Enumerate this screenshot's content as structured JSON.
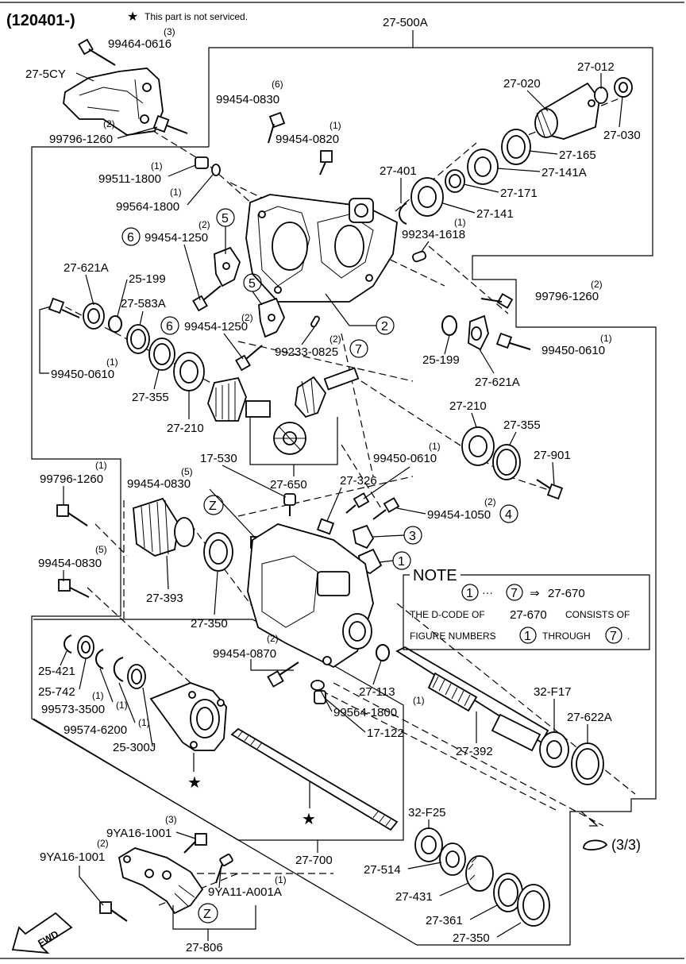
{
  "header": {
    "code": "(120401-)",
    "star_note": "This part is not serviced."
  },
  "note": {
    "title": "NOTE",
    "range_from": "1",
    "range_to": "7",
    "range_arrow": "⇒",
    "range_target": "27-670",
    "line1_a": "THE D-CODE OF",
    "line1_b": "27-670",
    "line1_c": "CONSISTS OF",
    "line2_a": "FIGURE NUMBERS",
    "line2_from": "1",
    "line2_b": "THROUGH",
    "line2_to": "7",
    "line2_end": "."
  },
  "continuation": "(3/3)",
  "fwd_label": "FWD",
  "part_labels": [
    {
      "id": "27-500A",
      "text": "27-500A"
    },
    {
      "id": "99464-0616",
      "text": "99464-0616",
      "qty": "(3)"
    },
    {
      "id": "27-5CY",
      "text": "27-5CY"
    },
    {
      "id": "99796-1260-a",
      "text": "99796-1260",
      "qty": "(2)"
    },
    {
      "id": "99454-0830-a",
      "text": "99454-0830",
      "qty": "(6)"
    },
    {
      "id": "99454-0820",
      "text": "99454-0820",
      "qty": "(1)"
    },
    {
      "id": "27-012",
      "text": "27-012"
    },
    {
      "id": "27-020",
      "text": "27-020"
    },
    {
      "id": "27-030",
      "text": "27-030"
    },
    {
      "id": "27-165",
      "text": "27-165"
    },
    {
      "id": "27-141A",
      "text": "27-141A"
    },
    {
      "id": "27-401",
      "text": "27-401"
    },
    {
      "id": "27-171",
      "text": "27-171"
    },
    {
      "id": "27-141",
      "text": "27-141"
    },
    {
      "id": "99234-1618",
      "text": "99234-1618",
      "qty": "(1)"
    },
    {
      "id": "99511-1800",
      "text": "99511-1800",
      "qty": "(1)"
    },
    {
      "id": "99564-1800-a",
      "text": "99564-1800",
      "qty": "(1)"
    },
    {
      "id": "99454-1250-a",
      "text": "99454-1250",
      "qty": "(2)"
    },
    {
      "id": "27-621A-a",
      "text": "27-621A"
    },
    {
      "id": "25-199-a",
      "text": "25-199"
    },
    {
      "id": "27-583A",
      "text": "27-583A"
    },
    {
      "id": "99454-1250-b",
      "text": "99454-1250",
      "qty": "(2)"
    },
    {
      "id": "99796-1260-b",
      "text": "99796-1260",
      "qty": "(2)"
    },
    {
      "id": "99233-0825",
      "text": "99233-0825",
      "qty": "(2)"
    },
    {
      "id": "99450-0610-a",
      "text": "99450-0610",
      "qty": "(1)"
    },
    {
      "id": "25-199-b",
      "text": "25-199"
    },
    {
      "id": "99450-0610-b",
      "text": "99450-0610",
      "qty": "(1)"
    },
    {
      "id": "27-621A-b",
      "text": "27-621A"
    },
    {
      "id": "27-355-a",
      "text": "27-355"
    },
    {
      "id": "27-210-a",
      "text": "27-210"
    },
    {
      "id": "27-210-b",
      "text": "27-210"
    },
    {
      "id": "27-355-b",
      "text": "27-355"
    },
    {
      "id": "27-901",
      "text": "27-901"
    },
    {
      "id": "99796-1260-c",
      "text": "99796-1260",
      "qty": "(1)"
    },
    {
      "id": "17-530",
      "text": "17-530"
    },
    {
      "id": "27-650",
      "text": "27-650"
    },
    {
      "id": "27-326",
      "text": "27-326"
    },
    {
      "id": "99450-0610-c",
      "text": "99450-0610",
      "qty": "(1)"
    },
    {
      "id": "99454-0830-b",
      "text": "99454-0830",
      "qty": "(5)"
    },
    {
      "id": "99454-1050",
      "text": "99454-1050",
      "qty": "(2)"
    },
    {
      "id": "99454-0830-c",
      "text": "99454-0830",
      "qty": "(5)"
    },
    {
      "id": "27-393",
      "text": "27-393"
    },
    {
      "id": "27-350-a",
      "text": "27-350"
    },
    {
      "id": "25-421",
      "text": "25-421"
    },
    {
      "id": "25-742",
      "text": "25-742",
      "qty": "(1)"
    },
    {
      "id": "99573-3500",
      "text": "99573-3500",
      "qty": "(1)"
    },
    {
      "id": "99574-6200",
      "text": "99574-6200",
      "qty": "(1)"
    },
    {
      "id": "25-300J",
      "text": "25-300J"
    },
    {
      "id": "99454-0870",
      "text": "99454-0870",
      "qty": "(2)"
    },
    {
      "id": "27-113",
      "text": "27-113"
    },
    {
      "id": "99564-1800-b",
      "text": "99564-1800",
      "qty": "(1)"
    },
    {
      "id": "17-122",
      "text": "17-122"
    },
    {
      "id": "32-F17",
      "text": "32-F17"
    },
    {
      "id": "27-622A",
      "text": "27-622A"
    },
    {
      "id": "27-392",
      "text": "27-392"
    },
    {
      "id": "27-700",
      "text": "27-700"
    },
    {
      "id": "32-F25",
      "text": "32-F25"
    },
    {
      "id": "9YA16-1001-a",
      "text": "9YA16-1001",
      "qty": "(3)"
    },
    {
      "id": "9YA16-1001-b",
      "text": "9YA16-1001",
      "qty": "(2)"
    },
    {
      "id": "9YA11-A001A",
      "text": "9YA11-A001A",
      "qty": "(1)"
    },
    {
      "id": "27-514",
      "text": "27-514"
    },
    {
      "id": "27-431",
      "text": "27-431"
    },
    {
      "id": "27-361",
      "text": "27-361"
    },
    {
      "id": "27-350-b",
      "text": "27-350"
    },
    {
      "id": "27-806",
      "text": "27-806"
    }
  ],
  "callouts": [
    "1",
    "2",
    "3",
    "4",
    "5",
    "6",
    "7",
    "Z"
  ]
}
